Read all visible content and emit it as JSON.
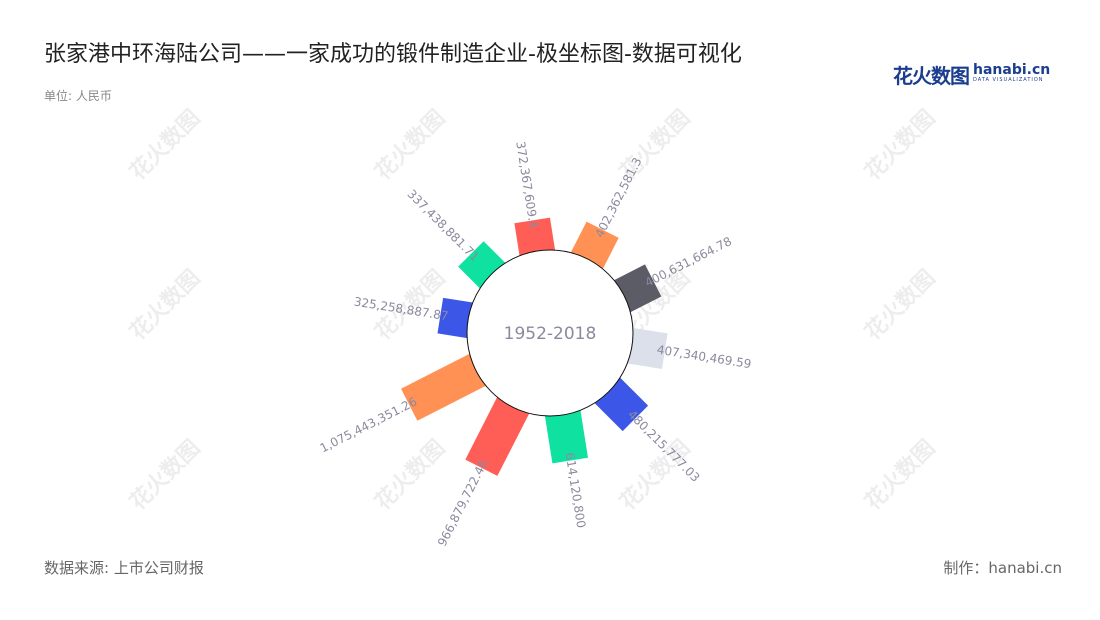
{
  "title": "张家港中环海陆公司——一家成功的锻件制造企业-极坐标图-数据可视化",
  "unit": "单位: 人民币",
  "source": "数据来源: 上市公司财报",
  "maker": "制作：hanabi.cn",
  "logo": {
    "cn": "花火数图",
    "en": "hanabi.cn",
    "sub": "DATA VISUALIZATION"
  },
  "watermark": "花火数图",
  "chart_data": {
    "type": "bar",
    "coordinate": "polar",
    "center_label": "1952-2018",
    "values": [
      372367609.4,
      402362581.3,
      400631664.78,
      407340469.59,
      480215777.03,
      614120800,
      966879722.46,
      1075443351.26,
      325258887.87,
      337438881.71
    ],
    "labels": [
      "372,367,609.4",
      "402,362,581.3",
      "400,631,664.78",
      "407,340,469.59",
      "480,215,777.03",
      "614,120,800",
      "966,879,722.46",
      "1,075,443,351.26",
      "325,258,887.87",
      "337,438,881.71"
    ],
    "colors": [
      "#ff5e57",
      "#ff9155",
      "#5b5c66",
      "#dce0eb",
      "#3c57e8",
      "#0fe2a0",
      "#ff5e57",
      "#ff9155",
      "#3c57e8",
      "#0fe2a0"
    ]
  }
}
